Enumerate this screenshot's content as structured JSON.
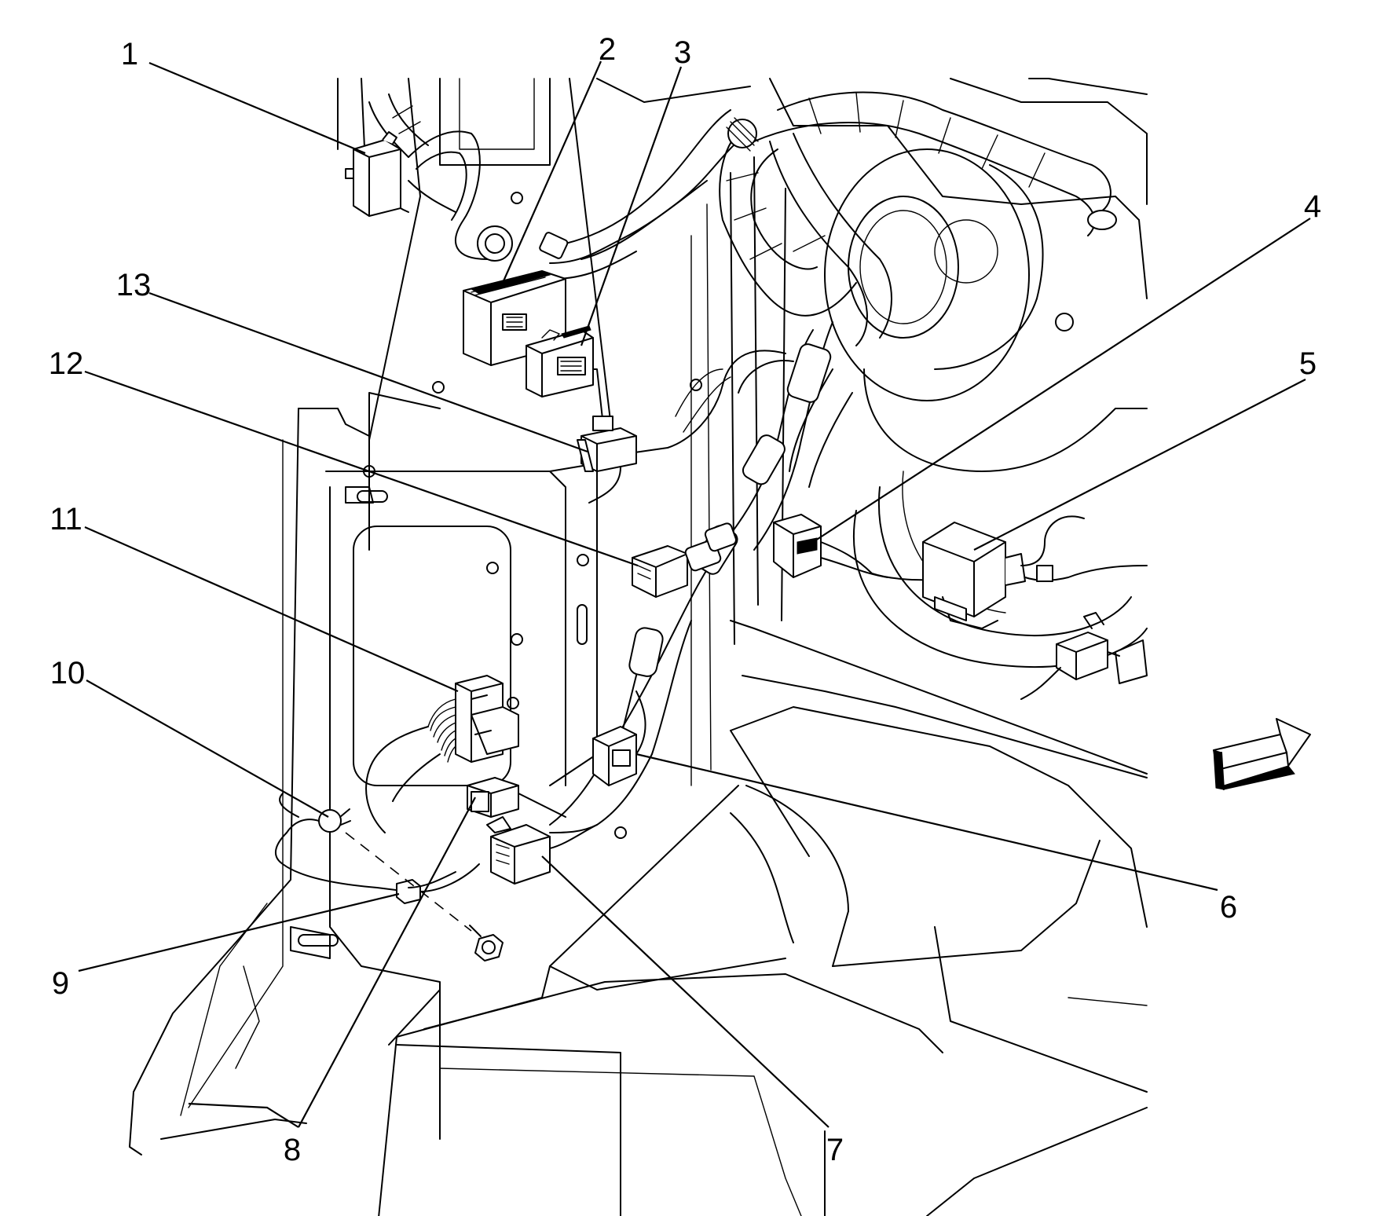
{
  "callouts": {
    "c1": "1",
    "c2": "2",
    "c3": "3",
    "c4": "4",
    "c5": "5",
    "c6": "6",
    "c7": "7",
    "c8": "8",
    "c9": "9",
    "c10": "10",
    "c11": "11",
    "c12": "12",
    "c13": "13"
  },
  "icons": {
    "view_direction": "view-direction-arrow-icon"
  },
  "colors": {
    "line": "#000000",
    "background": "#ffffff"
  }
}
